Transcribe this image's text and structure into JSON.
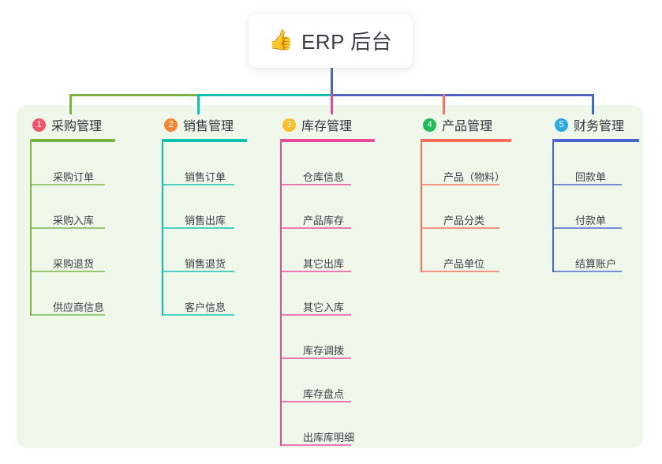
{
  "root": {
    "icon": "thumbs-up-emoji",
    "emoji": "👍",
    "title": "ERP 后台"
  },
  "palette": {
    "page_background": "#ffffff",
    "panel_background": "#eef7e9",
    "root_stem": "#4c63c4",
    "bus_left": "#7cb342",
    "bus_mid": "#0cc0b0",
    "bus_right": "#4c63c4"
  },
  "columns": [
    {
      "number": "1",
      "label": "采购管理",
      "badge_color": "#f2556b",
      "accent": "#7cb342",
      "items": [
        "采购订单",
        "采购入库",
        "采购退货",
        "供应商信息"
      ]
    },
    {
      "number": "2",
      "label": "销售管理",
      "badge_color": "#f58634",
      "accent": "#0cc0b0",
      "items": [
        "销售订单",
        "销售出库",
        "销售退货",
        "客户信息"
      ]
    },
    {
      "number": "3",
      "label": "库存管理",
      "badge_color": "#fbbc24",
      "accent": "#ec4899",
      "items": [
        "仓库信息",
        "产品库存",
        "其它出库",
        "其它入库",
        "库存调拨",
        "库存盘点",
        "出库库明细"
      ]
    },
    {
      "number": "4",
      "label": "产品管理",
      "badge_color": "#22b95b",
      "accent": "#fa6e5a",
      "items": [
        "产品（物料）",
        "产品分类",
        "产品单位"
      ]
    },
    {
      "number": "5",
      "label": "财务管理",
      "badge_color": "#29abe2",
      "accent": "#4766d0",
      "items": [
        "回款单",
        "付款单",
        "结算账户"
      ]
    }
  ]
}
